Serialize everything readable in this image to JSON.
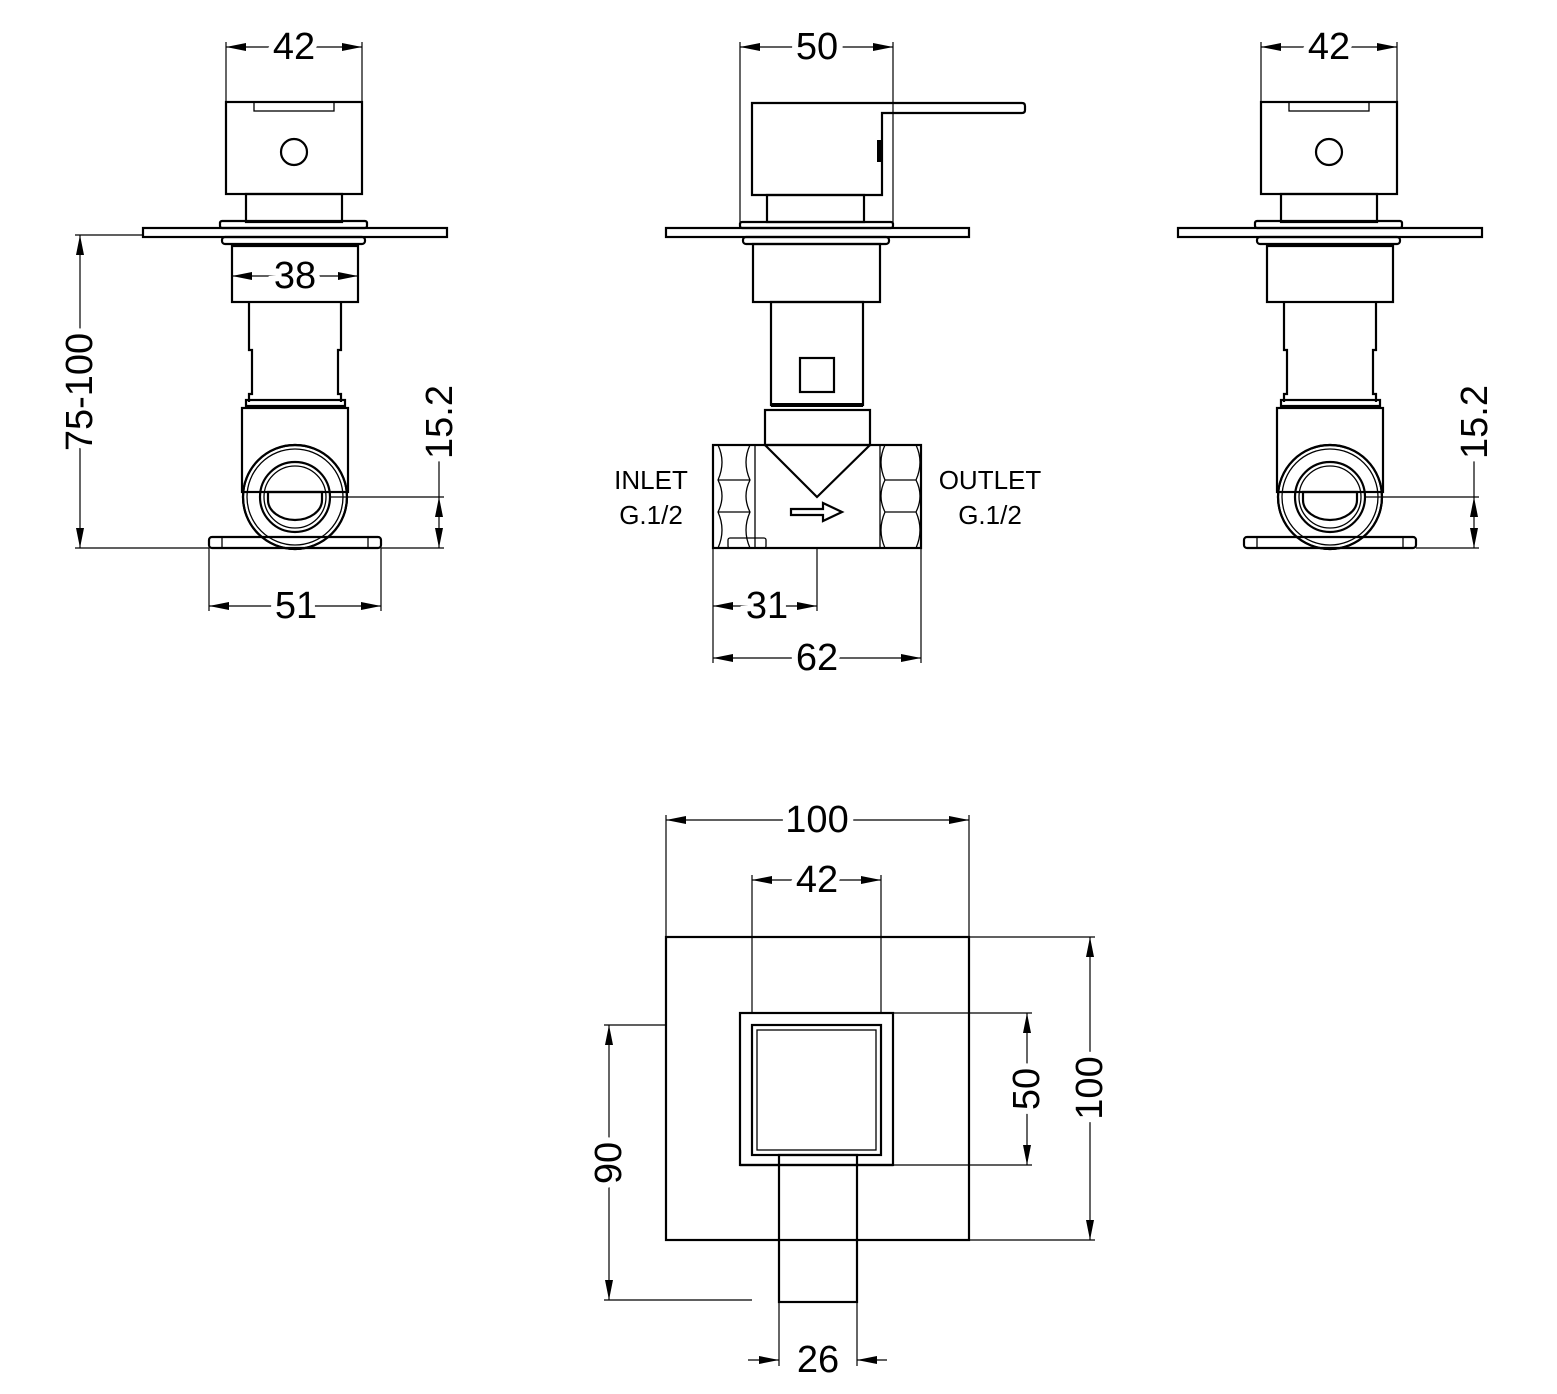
{
  "drawing": {
    "side_view": {
      "handle_width": "42",
      "body_width": "38",
      "depth_range": "75-100",
      "outlet_offset": "15.2",
      "base_width": "51"
    },
    "front_view": {
      "handle_width": "50",
      "inlet_label": "INLET",
      "inlet_thread": "G.1/2",
      "outlet_label": "OUTLET",
      "outlet_thread": "G.1/2",
      "half_body_width": "31",
      "body_width": "62"
    },
    "side_view_right": {
      "handle_width": "42",
      "outlet_offset": "15.2"
    },
    "top_view": {
      "plate_width": "100",
      "handle_inner_width": "42",
      "handle_height": "50",
      "plate_height": "100",
      "overall_height": "90",
      "lever_width": "26"
    }
  }
}
